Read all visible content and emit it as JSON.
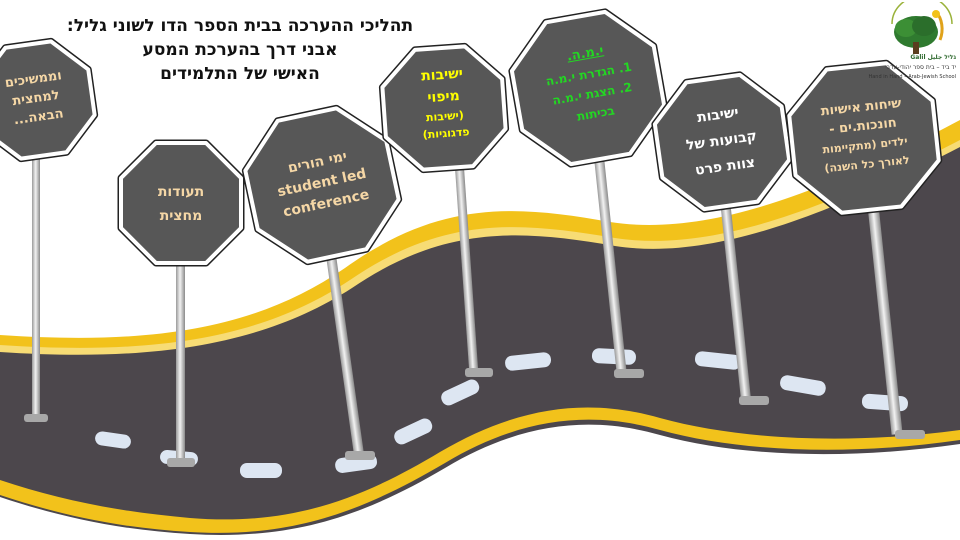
{
  "title": {
    "line1": "תהליכי ההערכה בבית הספר הדו לשוני גליל:",
    "line2": "אבני דרך בהערכת המסע",
    "line3": "האישי של התלמידים"
  },
  "logo": {
    "name_line": "גליל جليل Galil",
    "tagline": "יד ביד – בית ספר יהודי-ערבי",
    "arc_text": "Hand in Hand – Arab-Jewish School"
  },
  "signs": {
    "continuing": {
      "line1": "וממשיכים",
      "line2": "למחצית",
      "line3": "הבאה..."
    },
    "report_cards": {
      "line1": "תעודות",
      "line2": "מחצית"
    },
    "parents_day": {
      "line1": "ימי הורים",
      "line2": "student led",
      "line3": "conference"
    },
    "mapping": {
      "line1": "ישיבות",
      "line2": "מיפוי",
      "line3": "(ישיבות",
      "line4": "פדגוגיות)"
    },
    "ymh": {
      "heading": "י.מ.ה.",
      "line1": "1. הגדרת י.מ.ה",
      "line2": "2. הצגת י.מ.ה",
      "line3": "בכיתות"
    },
    "staff": {
      "line1": "ישיבות",
      "line2": "קבועות של",
      "line3": "צוות פרט"
    },
    "talks": {
      "line1": "שיחות אישיות",
      "line2": "חונכות.ים -",
      "line3": "ילדים (מתקיימות",
      "line4": "לאורך כל השנה)"
    }
  },
  "colors": {
    "road": "#4c474c",
    "road_edge": "#f2c21b",
    "dash": "#dde6f2",
    "sign_face": "#575757",
    "pole": "#c8c8c8",
    "highlight_green": "#23d723",
    "tan_text": "#f5d7a6"
  }
}
